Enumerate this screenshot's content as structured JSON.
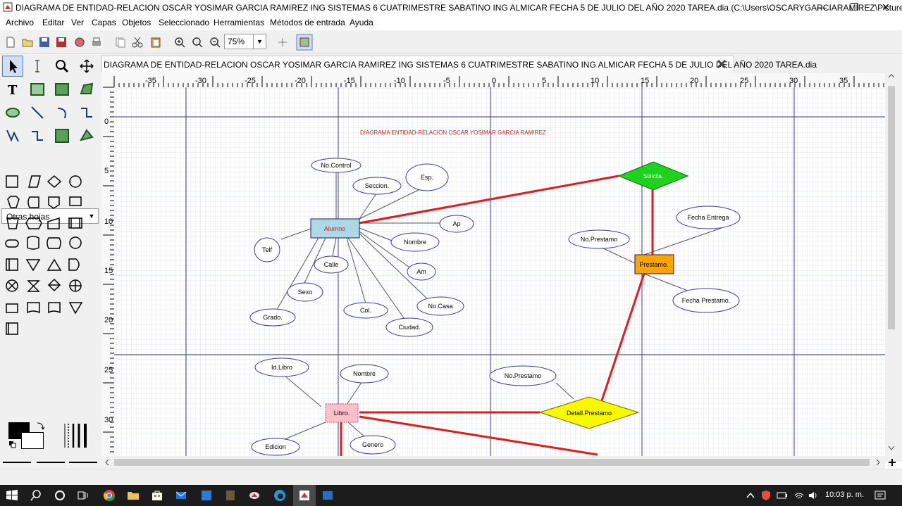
{
  "window": {
    "title": "DIAGRAMA DE ENTIDAD-RELACION OSCAR YOSIMAR GARCIA RAMIREZ ING SISTEMAS 6 CUATRIMESTRE SABATINO ING ALMICAR FECHA 5 DE JULIO DEL AÑO 2020 TAREA.dia (C:\\Users\\OSCARYGARCIARAMIREZ\\Pictures) - dia...",
    "controls": {
      "minimize": "—",
      "restore": "❐",
      "close": "✕"
    }
  },
  "menu": [
    "Archivo",
    "Editar",
    "Ver",
    "Capas",
    "Objetos",
    "Seleccionado",
    "Herramientas",
    "Métodos de entrada",
    "Ayuda"
  ],
  "toolbar": {
    "zoom": "75%"
  },
  "toolbox": {
    "sheet": "Otras hojas"
  },
  "tab": {
    "label": "DIAGRAMA DE ENTIDAD-RELACION OSCAR YOSIMAR GARCIA RAMIREZ ING SISTEMAS 6 CUATRIMESTRE SABATINO ING ALMICAR FECHA 5 DE JULIO DEL AÑO 2020 TAREA.dia"
  },
  "ruler": {
    "top": [
      "-35",
      "-30",
      "-25",
      "-20",
      "-15",
      "-10",
      "-5",
      "0",
      "5",
      "10",
      "15",
      "20",
      "25",
      "30",
      "35"
    ],
    "left": [
      "0",
      "5",
      "10",
      "15",
      "20",
      "25",
      "30"
    ]
  },
  "diagram": {
    "heading": "DIAGRAMA ENTIDAD-RELACION OSCAR YOSIMAR GARCIA RAMIREZ",
    "entities": {
      "alumno": "Alumno",
      "prestamo": "Prestamo.",
      "libro": "Libro."
    },
    "relations": {
      "solicita": "Solicita.",
      "detall": "Detall.Prestamo"
    },
    "attributes": {
      "nocontrol": "No.Control",
      "seccion": "Seccion.",
      "esp": "Esp.",
      "ap": "Ap",
      "nombre": "Nombre",
      "am": "Am",
      "nocasa": "No.Casa",
      "ciudad": "Ciudad.",
      "col": "Col.",
      "calle": "Calle",
      "sexo": "Sexo",
      "telf": "Telf",
      "grado": "Grado.",
      "fechaentrega": "Fecha Entrega",
      "noprestamo1": "No.Prestamo",
      "fechaprestamo": "Fecha Prestamo.",
      "idlibro": "Id.Libro",
      "libronombre": "Nombre",
      "noprestamo2": "No.Prestamo",
      "edicion": "Edicion",
      "genero": "Genero"
    }
  },
  "taskbar": {
    "time": "10:03 p. m."
  },
  "colors": {
    "accent_red": "#e41a1a",
    "entity_blue": "#add8e6",
    "entity_orange": "#ffa500",
    "entity_pink": "#ffc0cb",
    "rel_green": "#1ed21e",
    "rel_yellow": "#f8f800"
  }
}
